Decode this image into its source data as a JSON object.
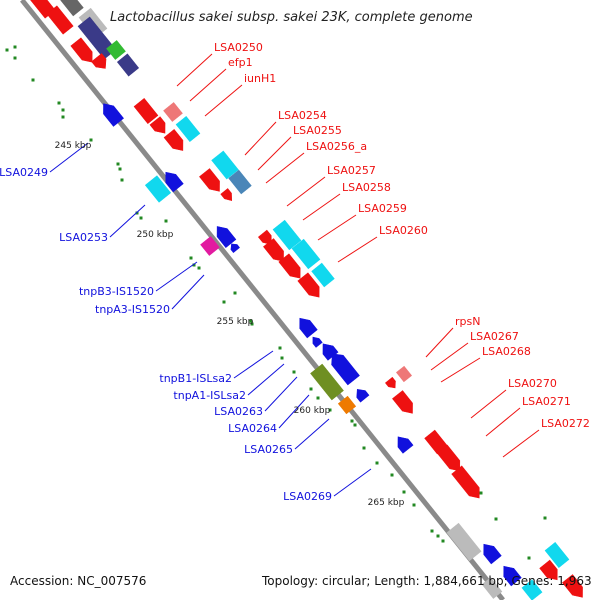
{
  "header": {
    "title": "Lactobacillus sakei subsp. sakei 23K, complete genome"
  },
  "footer": {
    "accession": "Accession: NC_007576",
    "summary": "Topology: circular; Length: 1,884,661 bp; Genes: 1,963"
  },
  "colors": {
    "forward": "#ee1111",
    "reverse": "#1111dd",
    "cyan": "#11d8ee",
    "steel": "#4a86b8",
    "pink": "#ee7777",
    "magenta": "#e21aa0",
    "olive": "#6f8f22",
    "orange": "#ee7a00",
    "gray": "#bbbbbb",
    "dark_gray": "#666666",
    "navy": "#3a3a88",
    "green": "#33bb33",
    "backbone": "#8a8a8a",
    "tick": "#228822"
  },
  "scale": {
    "ticks": [
      "245 kbp",
      "250 kbp",
      "255 kbp",
      "260 kbp",
      "265 kbp"
    ]
  },
  "labels": {
    "forward": [
      "LSA0250",
      "efp1",
      "iunH1",
      "LSA0254",
      "LSA0255",
      "LSA0256_a",
      "LSA0257",
      "LSA0258",
      "LSA0259",
      "LSA0260",
      "rpsN",
      "LSA0267",
      "LSA0268",
      "LSA0270",
      "LSA0271",
      "LSA0272"
    ],
    "reverse": [
      "LSA0249",
      "LSA0253",
      "tnpB3-IS1520",
      "tnpA3-IS1520",
      "tnpB1-ISLsa2",
      "tnpA1-ISLsa2",
      "LSA0263",
      "LSA0264",
      "LSA0265",
      "LSA0269"
    ]
  }
}
